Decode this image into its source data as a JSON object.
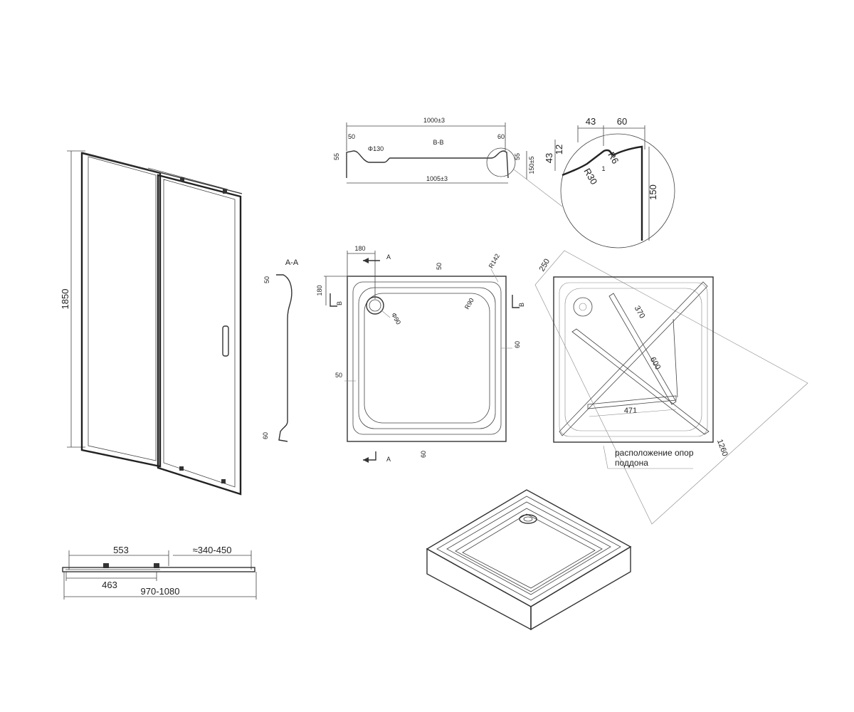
{
  "door": {
    "height": "1850",
    "width_left": "553",
    "width_opening": "≈340-450",
    "width_fixed": "463",
    "width_total": "970-1080"
  },
  "section_bb": {
    "label": "B-B",
    "top_width": "1000±3",
    "bottom_width": "1005±3",
    "left_rim": "50",
    "right_rim": "60",
    "left_h": "55",
    "right_h": "55",
    "drain": "Φ130",
    "height": "150±5"
  },
  "detail": {
    "w1": "43",
    "w2": "60",
    "h1": "12",
    "h2": "43",
    "r1": "R6",
    "r2": "R30",
    "mark": "1",
    "height": "150"
  },
  "section_aa": {
    "label": "A-A",
    "top": "50",
    "bottom": "60"
  },
  "plan": {
    "arrow_a": "A",
    "arrow_a2": "A",
    "arrow_b": "B",
    "arrow_b2": "B",
    "offset_x": "180",
    "offset_y": "180",
    "rim_top": "50",
    "rim_left": "50",
    "rim_right": "60",
    "rim_bottom": "60",
    "corner_r": "R142",
    "inner_r": "R90",
    "drain_d": "Φ90"
  },
  "supports": {
    "d1": "250",
    "d2": "370",
    "d3": "600",
    "d4": "471",
    "diag": "1260",
    "note_line1": "расположение опор",
    "note_line2": "поддона"
  }
}
